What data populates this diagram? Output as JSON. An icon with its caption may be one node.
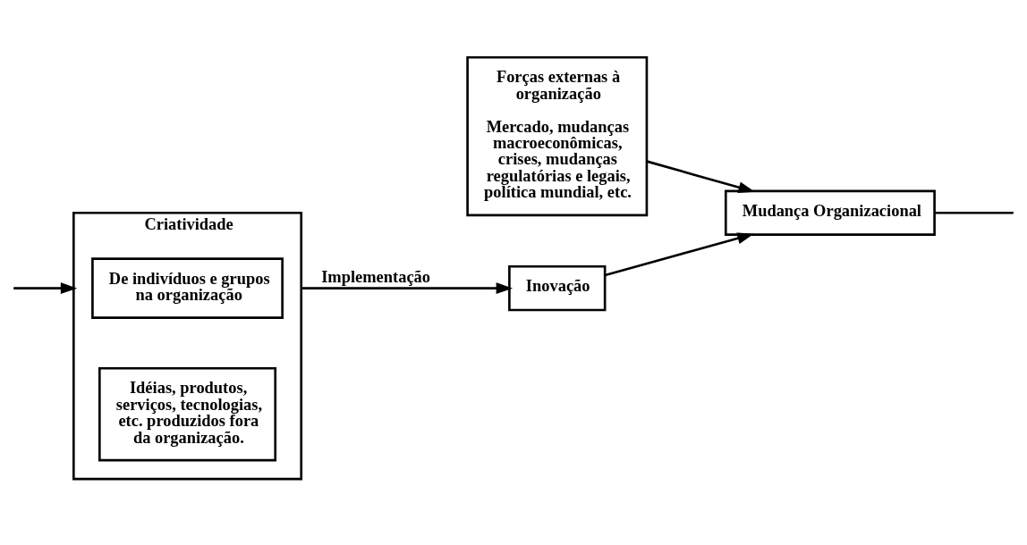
{
  "diagram": {
    "nodes": [
      {
        "text": [
          "Criatividade"
        ]
      },
      {
        "text": [
          "De indivíduos e grupos na organização"
        ],
        "in": 0
      },
      {
        "text": [
          "Idéias, produtos, serviços, tecnologias, etc. produzidos fora da organização."
        ],
        "in": 0
      },
      {
        "text": [
          "Inovação"
        ]
      },
      {
        "text": [
          "Mudança Organizacional"
        ]
      },
      {
        "text": [
          "Forças externas à organização",
          "Mercado, mudanças macroeconômicas, crises, mudanças regulatórias e legais, política mundial, etc."
        ]
      }
    ],
    "edges": [
      {
        "from": 0,
        "to": 3,
        "arrow": "to",
        "label": "Implementação"
      },
      {
        "from": 3,
        "to": 4,
        "arrow": "to"
      },
      {
        "from": 5,
        "to": 4,
        "arrow": "to"
      },
      {
        "from": 4,
        "to": null,
        "arrow": "none"
      },
      {
        "from": null,
        "to": 0,
        "arrow": "to"
      }
    ]
  }
}
